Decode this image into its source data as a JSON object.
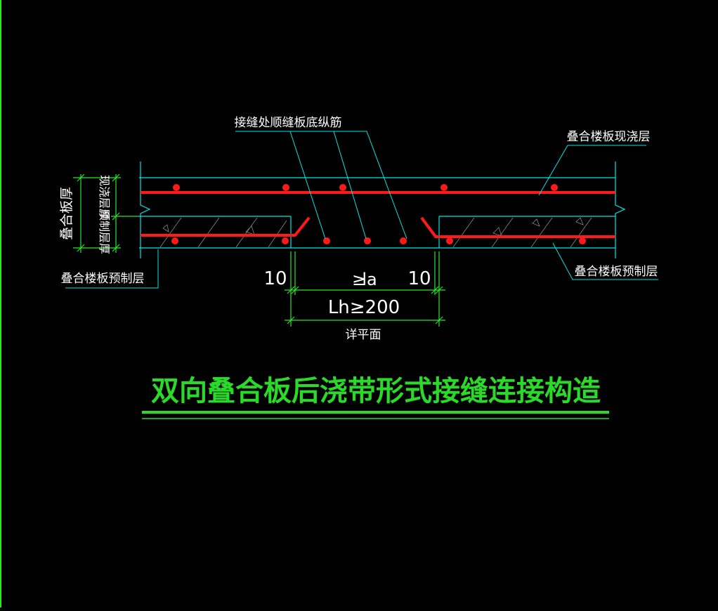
{
  "labels": {
    "top_note": "接缝处顺缝板底纵筋",
    "cast_layer_right": "叠合楼板现浇层",
    "precast_layer_left": "叠合楼板预制层",
    "precast_layer_right": "叠合楼板预制层",
    "slab_thickness": "叠合板厚",
    "precast_thickness": "预制层厚",
    "cast_thickness": "现浇层厚",
    "dim_left": "10",
    "dim_right": "10",
    "dim_la_prefix": "≥",
    "dim_la": "la",
    "dim_lh": "Lh≥200",
    "dim_detail": "详平面",
    "title": "双向叠合板后浇带形式接缝连接构造"
  },
  "colors": {
    "background": "#000000",
    "line_cyan": "#00e5e5",
    "rebar_red": "#ff1a1a",
    "dim_green": "#27e827",
    "text_white": "#ffffff",
    "title_green": "#2bd92b",
    "hatch_gray": "#8a8a8a"
  }
}
